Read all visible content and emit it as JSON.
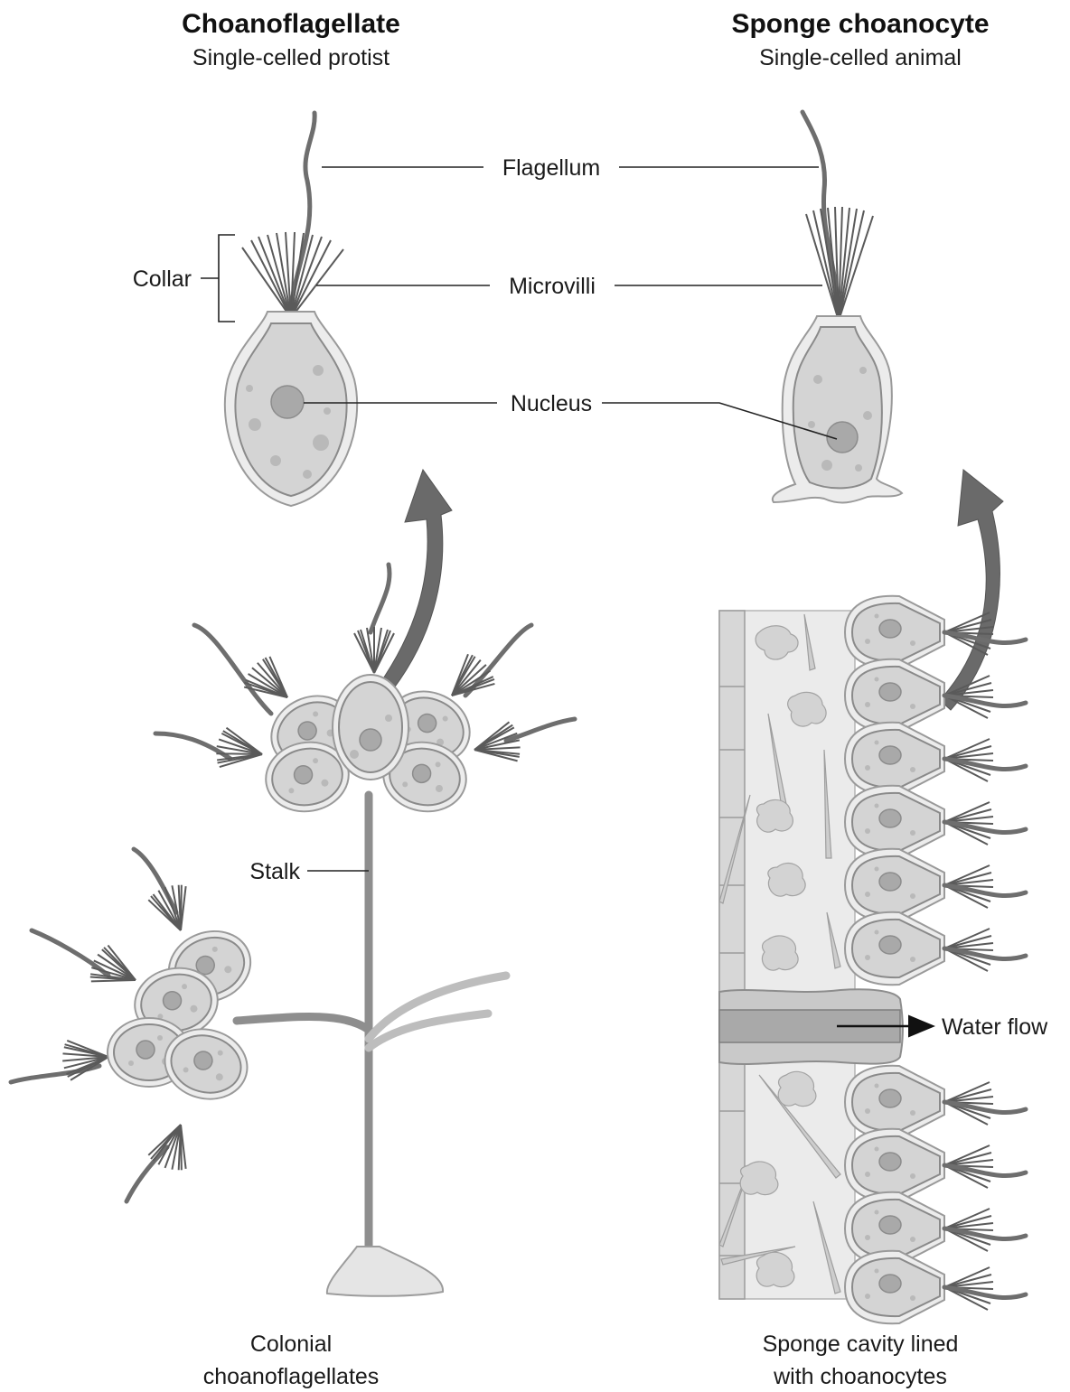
{
  "left_panel": {
    "title": "Choanoflagellate",
    "subtitle": "Single-celled protist",
    "caption_line1": "Colonial",
    "caption_line2": "choanoflagellates"
  },
  "right_panel": {
    "title": "Sponge choanocyte",
    "subtitle": "Single-celled animal",
    "caption_line1": "Sponge cavity lined",
    "caption_line2": "with choanocytes"
  },
  "labels": {
    "flagellum": "Flagellum",
    "microvilli": "Microvilli",
    "nucleus": "Nucleus",
    "collar": "Collar",
    "stalk": "Stalk",
    "water_flow": "Water flow"
  }
}
